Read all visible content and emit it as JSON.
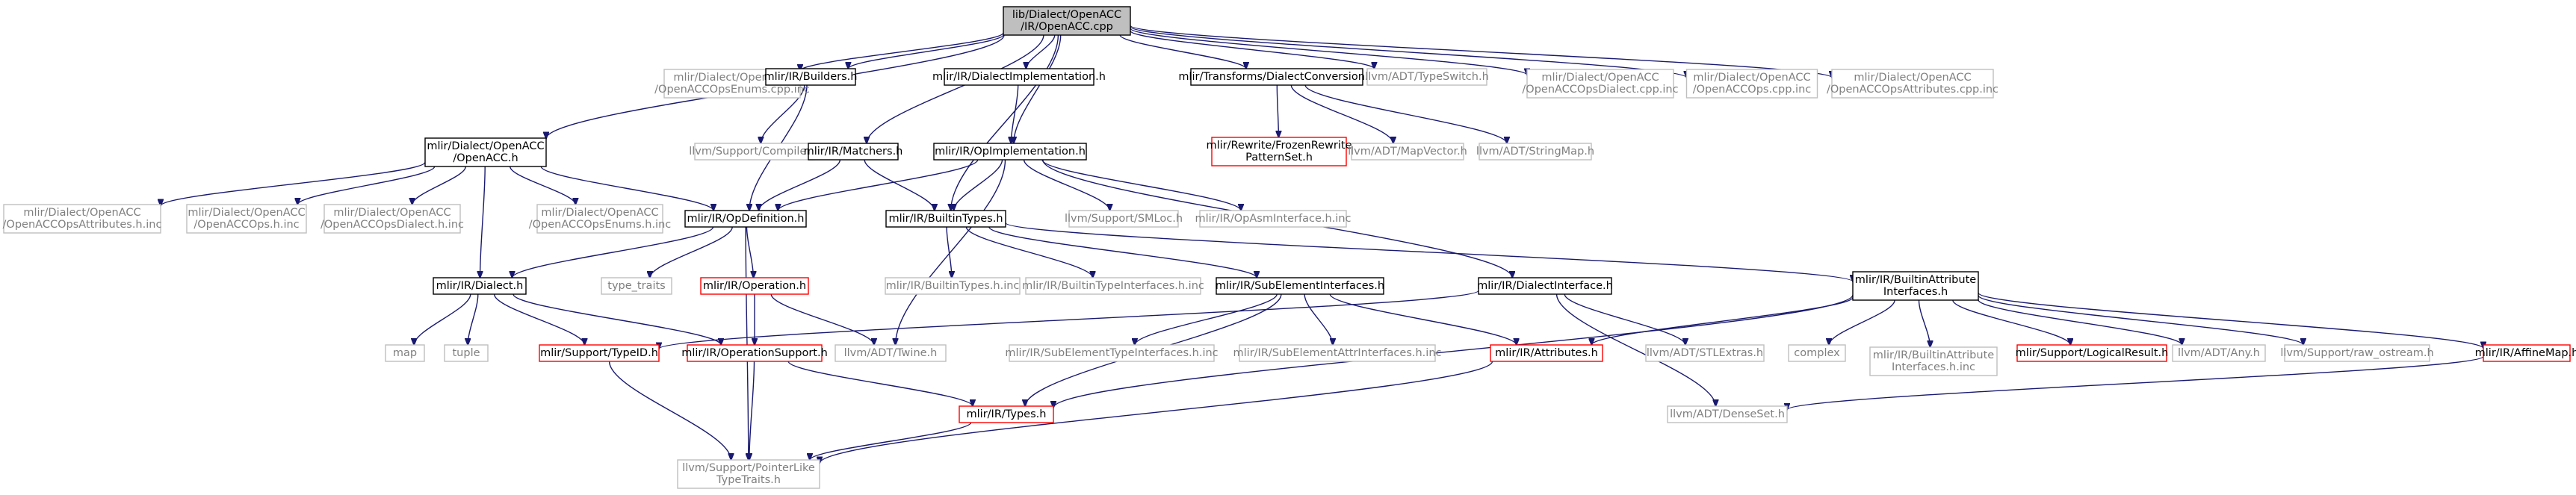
{
  "graph": {
    "title": "lib/Dialect/OpenACC/IR/OpenACC.cpp",
    "nodes": [
      {
        "id": "root",
        "lines": [
          "lib/Dialect/OpenACC",
          "/IR/OpenACC.cpp"
        ],
        "style": "main"
      },
      {
        "id": "openacc_h",
        "lines": [
          "mlir/Dialect/OpenACC",
          "/OpenACC.h"
        ],
        "style": "doc"
      },
      {
        "id": "opsenums_cpp",
        "lines": [
          "mlir/Dialect/OpenACC",
          "/OpenACCOpsEnums.cpp.inc"
        ],
        "style": "ext"
      },
      {
        "id": "builders",
        "lines": [
          "mlir/IR/Builders.h"
        ],
        "style": "doc"
      },
      {
        "id": "dialectimpl",
        "lines": [
          "mlir/IR/DialectImplementation.h"
        ],
        "style": "doc"
      },
      {
        "id": "dialectconv",
        "lines": [
          "mlir/Transforms/DialectConversion.h"
        ],
        "style": "doc"
      },
      {
        "id": "typeswitch",
        "lines": [
          "llvm/ADT/TypeSwitch.h"
        ],
        "style": "ext"
      },
      {
        "id": "opsdialect_cpp",
        "lines": [
          "mlir/Dialect/OpenACC",
          "/OpenACCOpsDialect.cpp.inc"
        ],
        "style": "ext"
      },
      {
        "id": "ops_cpp",
        "lines": [
          "mlir/Dialect/OpenACC",
          "/OpenACCOps.cpp.inc"
        ],
        "style": "ext"
      },
      {
        "id": "opsattr_cpp",
        "lines": [
          "mlir/Dialect/OpenACC",
          "/OpenACCOpsAttributes.cpp.inc"
        ],
        "style": "ext"
      },
      {
        "id": "compiler",
        "lines": [
          "llvm/Support/Compiler.h"
        ],
        "style": "ext"
      },
      {
        "id": "matchers",
        "lines": [
          "mlir/IR/Matchers.h"
        ],
        "style": "doc"
      },
      {
        "id": "opimpl",
        "lines": [
          "mlir/IR/OpImplementation.h"
        ],
        "style": "doc"
      },
      {
        "id": "frozen",
        "lines": [
          "mlir/Rewrite/FrozenRewrite",
          "PatternSet.h"
        ],
        "style": "red"
      },
      {
        "id": "mapvector",
        "lines": [
          "llvm/ADT/MapVector.h"
        ],
        "style": "ext"
      },
      {
        "id": "stringmap",
        "lines": [
          "llvm/ADT/StringMap.h"
        ],
        "style": "ext"
      },
      {
        "id": "opsattr_h",
        "lines": [
          "mlir/Dialect/OpenACC",
          "/OpenACCOpsAttributes.h.inc"
        ],
        "style": "ext"
      },
      {
        "id": "ops_h",
        "lines": [
          "mlir/Dialect/OpenACC",
          "/OpenACCOps.h.inc"
        ],
        "style": "ext"
      },
      {
        "id": "opsdialect_h",
        "lines": [
          "mlir/Dialect/OpenACC",
          "/OpenACCOpsDialect.h.inc"
        ],
        "style": "ext"
      },
      {
        "id": "opsenums_h",
        "lines": [
          "mlir/Dialect/OpenACC",
          "/OpenACCOpsEnums.h.inc"
        ],
        "style": "ext"
      },
      {
        "id": "opdef",
        "lines": [
          "mlir/IR/OpDefinition.h"
        ],
        "style": "doc"
      },
      {
        "id": "builtintypes",
        "lines": [
          "mlir/IR/BuiltinTypes.h"
        ],
        "style": "doc"
      },
      {
        "id": "smloc",
        "lines": [
          "llvm/Support/SMLoc.h"
        ],
        "style": "ext"
      },
      {
        "id": "opasm",
        "lines": [
          "mlir/IR/OpAsmInterface.h.inc"
        ],
        "style": "ext"
      },
      {
        "id": "dialect",
        "lines": [
          "mlir/IR/Dialect.h"
        ],
        "style": "doc"
      },
      {
        "id": "type_traits",
        "lines": [
          "type_traits"
        ],
        "style": "ext"
      },
      {
        "id": "operation",
        "lines": [
          "mlir/IR/Operation.h"
        ],
        "style": "red"
      },
      {
        "id": "builtintypes_inc",
        "lines": [
          "mlir/IR/BuiltinTypes.h.inc"
        ],
        "style": "ext"
      },
      {
        "id": "builtintypeinterfaces",
        "lines": [
          "mlir/IR/BuiltinTypeInterfaces.h.inc"
        ],
        "style": "ext"
      },
      {
        "id": "subelem",
        "lines": [
          "mlir/IR/SubElementInterfaces.h"
        ],
        "style": "doc"
      },
      {
        "id": "dialectiface",
        "lines": [
          "mlir/IR/DialectInterface.h"
        ],
        "style": "doc"
      },
      {
        "id": "builtinattriface",
        "lines": [
          "mlir/IR/BuiltinAttribute",
          "Interfaces.h"
        ],
        "style": "doc"
      },
      {
        "id": "map",
        "lines": [
          "map"
        ],
        "style": "ext"
      },
      {
        "id": "tuple",
        "lines": [
          "tuple"
        ],
        "style": "ext"
      },
      {
        "id": "typeid",
        "lines": [
          "mlir/Support/TypeID.h"
        ],
        "style": "red"
      },
      {
        "id": "opsupport",
        "lines": [
          "mlir/IR/OperationSupport.h"
        ],
        "style": "red"
      },
      {
        "id": "twine",
        "lines": [
          "llvm/ADT/Twine.h"
        ],
        "style": "ext"
      },
      {
        "id": "subelemtype",
        "lines": [
          "mlir/IR/SubElementTypeInterfaces.h.inc"
        ],
        "style": "ext"
      },
      {
        "id": "subelemattr",
        "lines": [
          "mlir/IR/SubElementAttrInterfaces.h.inc"
        ],
        "style": "ext"
      },
      {
        "id": "attributes",
        "lines": [
          "mlir/IR/Attributes.h"
        ],
        "style": "red"
      },
      {
        "id": "stlextras",
        "lines": [
          "llvm/ADT/STLExtras.h"
        ],
        "style": "ext"
      },
      {
        "id": "complex",
        "lines": [
          "complex"
        ],
        "style": "ext"
      },
      {
        "id": "builtinattriface_inc",
        "lines": [
          "mlir/IR/BuiltinAttribute",
          "Interfaces.h.inc"
        ],
        "style": "ext"
      },
      {
        "id": "logicalresult",
        "lines": [
          "mlir/Support/LogicalResult.h"
        ],
        "style": "red"
      },
      {
        "id": "any",
        "lines": [
          "llvm/ADT/Any.h"
        ],
        "style": "ext"
      },
      {
        "id": "raw_ostream",
        "lines": [
          "llvm/Support/raw_ostream.h"
        ],
        "style": "ext"
      },
      {
        "id": "affinemap",
        "lines": [
          "mlir/IR/AffineMap.h"
        ],
        "style": "red"
      },
      {
        "id": "types",
        "lines": [
          "mlir/IR/Types.h"
        ],
        "style": "red"
      },
      {
        "id": "denseset",
        "lines": [
          "llvm/ADT/DenseSet.h"
        ],
        "style": "ext"
      },
      {
        "id": "pointerlike",
        "lines": [
          "llvm/Support/PointerLike",
          "TypeTraits.h"
        ],
        "style": "ext"
      }
    ],
    "edges": [
      [
        "root",
        "openacc_h"
      ],
      [
        "root",
        "opsenums_cpp"
      ],
      [
        "root",
        "builders"
      ],
      [
        "root",
        "dialectimpl"
      ],
      [
        "root",
        "dialectconv"
      ],
      [
        "root",
        "typeswitch"
      ],
      [
        "root",
        "opsdialect_cpp"
      ],
      [
        "root",
        "ops_cpp"
      ],
      [
        "root",
        "opsattr_cpp"
      ],
      [
        "root",
        "matchers"
      ],
      [
        "root",
        "opimpl"
      ],
      [
        "root",
        "builtintypes"
      ],
      [
        "openacc_h",
        "opsattr_h"
      ],
      [
        "openacc_h",
        "ops_h"
      ],
      [
        "openacc_h",
        "opsdialect_h"
      ],
      [
        "openacc_h",
        "opsenums_h"
      ],
      [
        "openacc_h",
        "opdef"
      ],
      [
        "openacc_h",
        "dialect"
      ],
      [
        "builders",
        "compiler"
      ],
      [
        "builders",
        "opdef"
      ],
      [
        "dialectimpl",
        "opimpl"
      ],
      [
        "dialectconv",
        "frozen"
      ],
      [
        "dialectconv",
        "mapvector"
      ],
      [
        "dialectconv",
        "stringmap"
      ],
      [
        "matchers",
        "opdef"
      ],
      [
        "matchers",
        "builtintypes"
      ],
      [
        "opimpl",
        "opdef"
      ],
      [
        "opimpl",
        "builtintypes"
      ],
      [
        "opimpl",
        "smloc"
      ],
      [
        "opimpl",
        "opasm"
      ],
      [
        "opimpl",
        "twine"
      ],
      [
        "opimpl",
        "dialectiface"
      ],
      [
        "opdef",
        "dialect"
      ],
      [
        "opdef",
        "type_traits"
      ],
      [
        "opdef",
        "operation"
      ],
      [
        "opdef",
        "pointerlike"
      ],
      [
        "builtintypes",
        "builtintypes_inc"
      ],
      [
        "builtintypes",
        "builtintypeinterfaces"
      ],
      [
        "builtintypes",
        "subelem"
      ],
      [
        "builtintypes",
        "builtinattriface"
      ],
      [
        "dialect",
        "map"
      ],
      [
        "dialect",
        "tuple"
      ],
      [
        "dialect",
        "typeid"
      ],
      [
        "dialect",
        "opsupport"
      ],
      [
        "operation",
        "opsupport"
      ],
      [
        "operation",
        "twine"
      ],
      [
        "subelem",
        "subelemtype"
      ],
      [
        "subelem",
        "subelemattr"
      ],
      [
        "subelem",
        "attributes"
      ],
      [
        "subelem",
        "types"
      ],
      [
        "dialectiface",
        "typeid"
      ],
      [
        "dialectiface",
        "stlextras"
      ],
      [
        "dialectiface",
        "denseset"
      ],
      [
        "builtinattriface",
        "attributes"
      ],
      [
        "builtinattriface",
        "complex"
      ],
      [
        "builtinattriface",
        "builtinattriface_inc"
      ],
      [
        "builtinattriface",
        "logicalresult"
      ],
      [
        "builtinattriface",
        "any"
      ],
      [
        "builtinattriface",
        "raw_ostream"
      ],
      [
        "builtinattriface",
        "affinemap"
      ],
      [
        "builtinattriface",
        "types"
      ],
      [
        "typeid",
        "pointerlike"
      ],
      [
        "opsupport",
        "types"
      ],
      [
        "opsupport",
        "pointerlike"
      ],
      [
        "attributes",
        "pointerlike"
      ],
      [
        "affinemap",
        "denseset"
      ],
      [
        "types",
        "pointerlike"
      ]
    ]
  }
}
